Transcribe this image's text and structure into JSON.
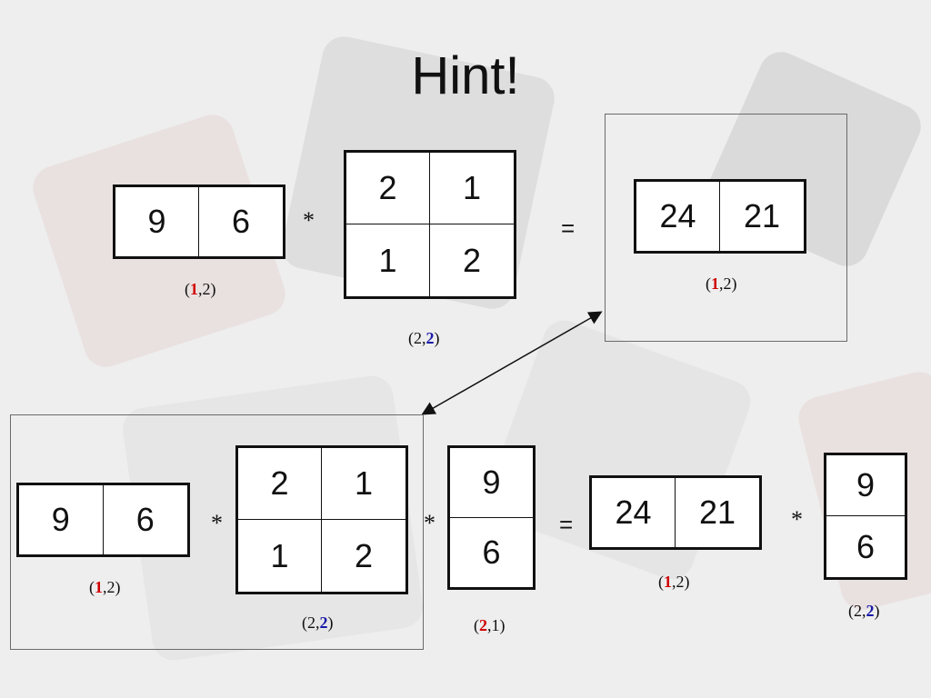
{
  "title": "Hint!",
  "top": {
    "a": {
      "cells": [
        "9",
        "6"
      ],
      "dims": {
        "rows": "1",
        "cols": "2",
        "bold": "rows",
        "color": "#d00000"
      }
    },
    "op1": "*",
    "b": {
      "cells": [
        "2",
        "1",
        "1",
        "2"
      ],
      "dims": {
        "rows": "2",
        "cols": "2",
        "bold": "cols",
        "color": "#1a1aa8"
      }
    },
    "eq": "=",
    "result": {
      "cells": [
        "24",
        "21"
      ],
      "dims": {
        "rows": "1",
        "cols": "2",
        "bold": "rows",
        "color": "#d00000"
      }
    }
  },
  "bottom": {
    "a": {
      "cells": [
        "9",
        "6"
      ],
      "dims": {
        "rows": "1",
        "cols": "2",
        "bold": "rows",
        "color": "#d00000"
      }
    },
    "op1": "*",
    "b": {
      "cells": [
        "2",
        "1",
        "1",
        "2"
      ],
      "dims": {
        "rows": "2",
        "cols": "2",
        "bold": "cols",
        "color": "#1a1aa8"
      }
    },
    "op2": "*",
    "c": {
      "cells": [
        "9",
        "6"
      ],
      "dims": {
        "rows": "2",
        "cols": "1",
        "bold": "rows",
        "color": "#d00000"
      }
    },
    "eq": "=",
    "result": {
      "cells": [
        "24",
        "21"
      ],
      "dims": {
        "rows": "1",
        "cols": "2",
        "bold": "rows",
        "color": "#d00000"
      }
    },
    "op3": "*",
    "d": {
      "cells": [
        "9",
        "6"
      ],
      "dims": {
        "rows": "2",
        "cols": "2",
        "bold": "cols",
        "color": "#1a1aa8"
      }
    }
  }
}
